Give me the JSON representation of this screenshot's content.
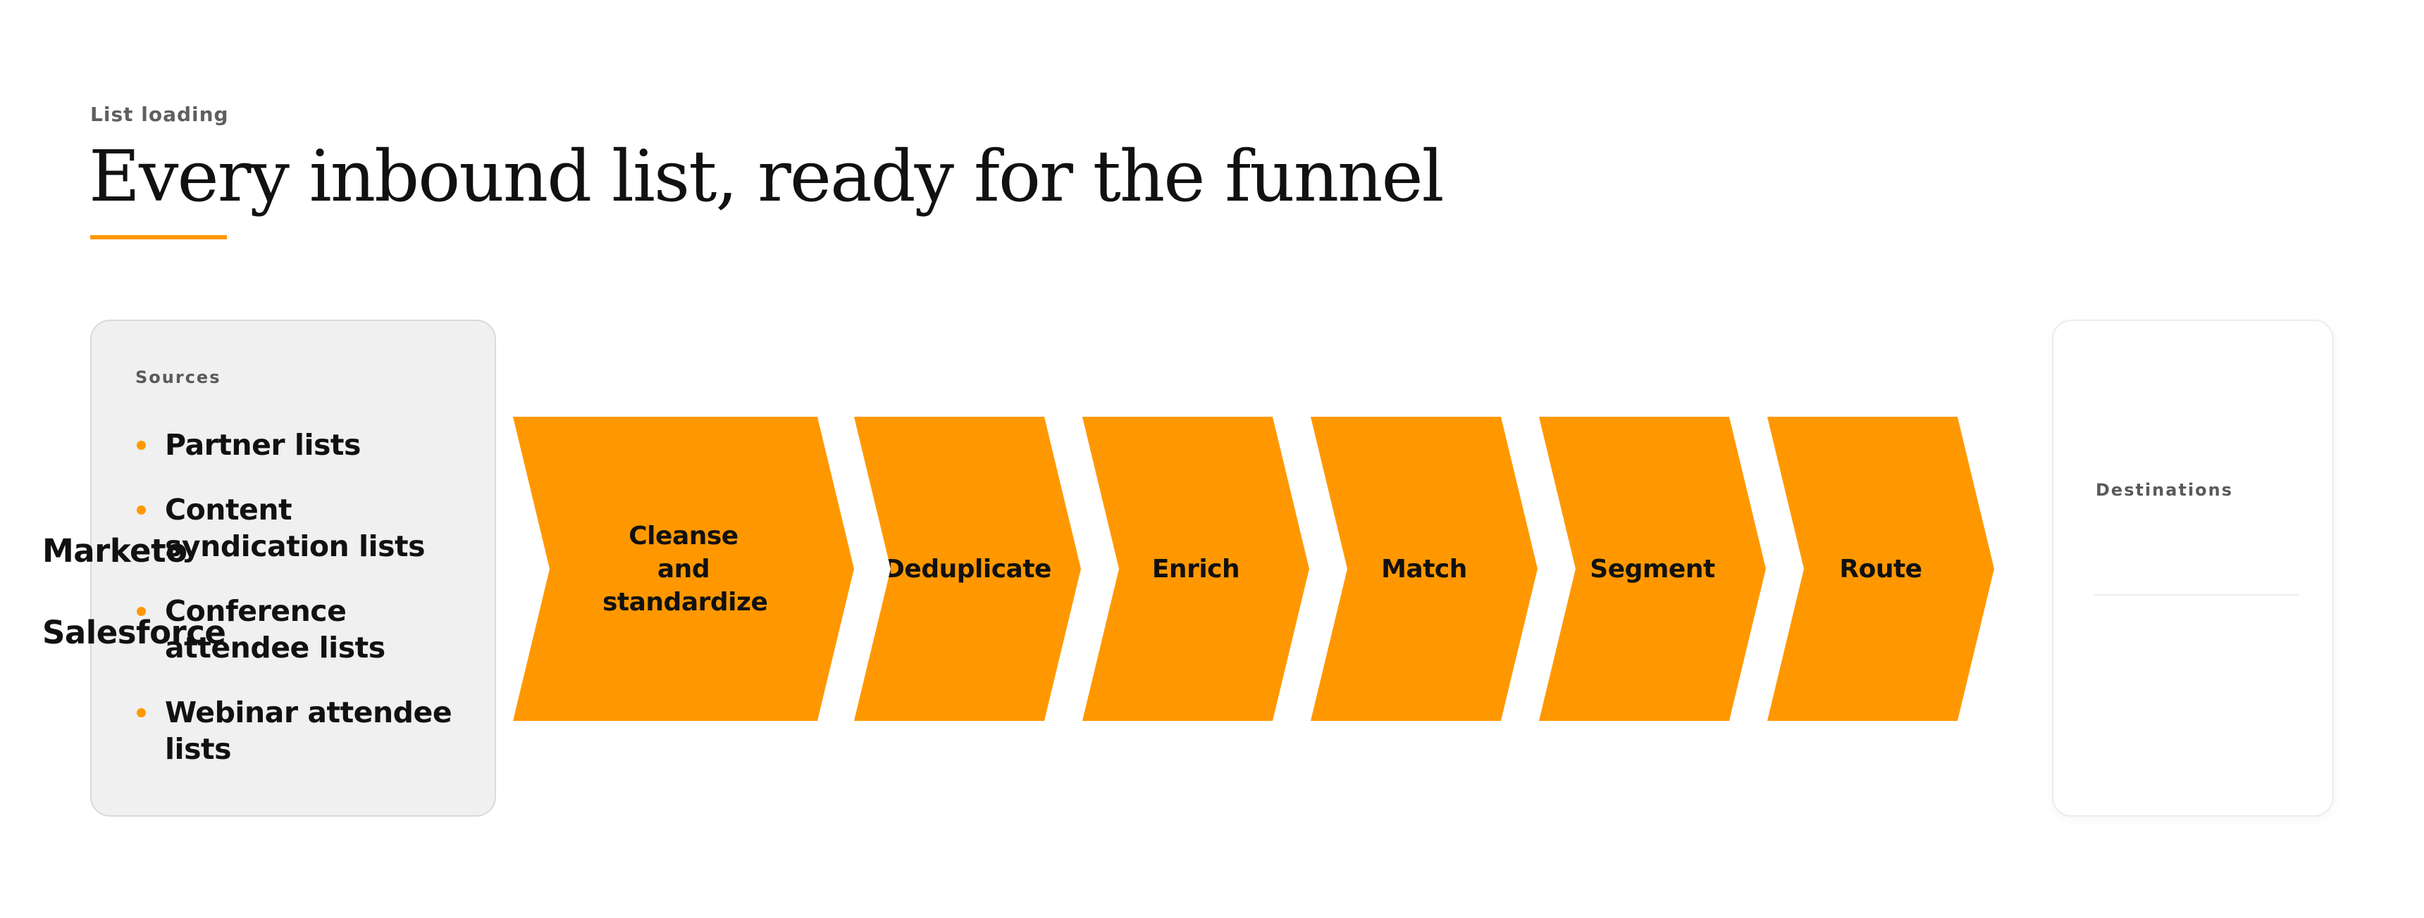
{
  "header": {
    "eyebrow": "List loading",
    "title": "Every inbound list, ready for the funnel"
  },
  "sources": {
    "label": "Sources",
    "items": [
      "Partner lists",
      "Content syndication lists",
      "Conference attendee lists",
      "Webinar attendee lists"
    ]
  },
  "flow": {
    "steps": [
      {
        "label": "Cleanse and standardize"
      },
      {
        "label": "Deduplicate"
      },
      {
        "label": "Enrich"
      },
      {
        "label": "Match"
      },
      {
        "label": "Segment"
      },
      {
        "label": "Route"
      }
    ]
  },
  "destinations": {
    "label": "Destinations",
    "items": [
      "Marketo",
      "Salesforce"
    ]
  },
  "colors": {
    "accent": "#ff9800",
    "panel_bg": "#f0f0f0",
    "text": "#111111"
  }
}
